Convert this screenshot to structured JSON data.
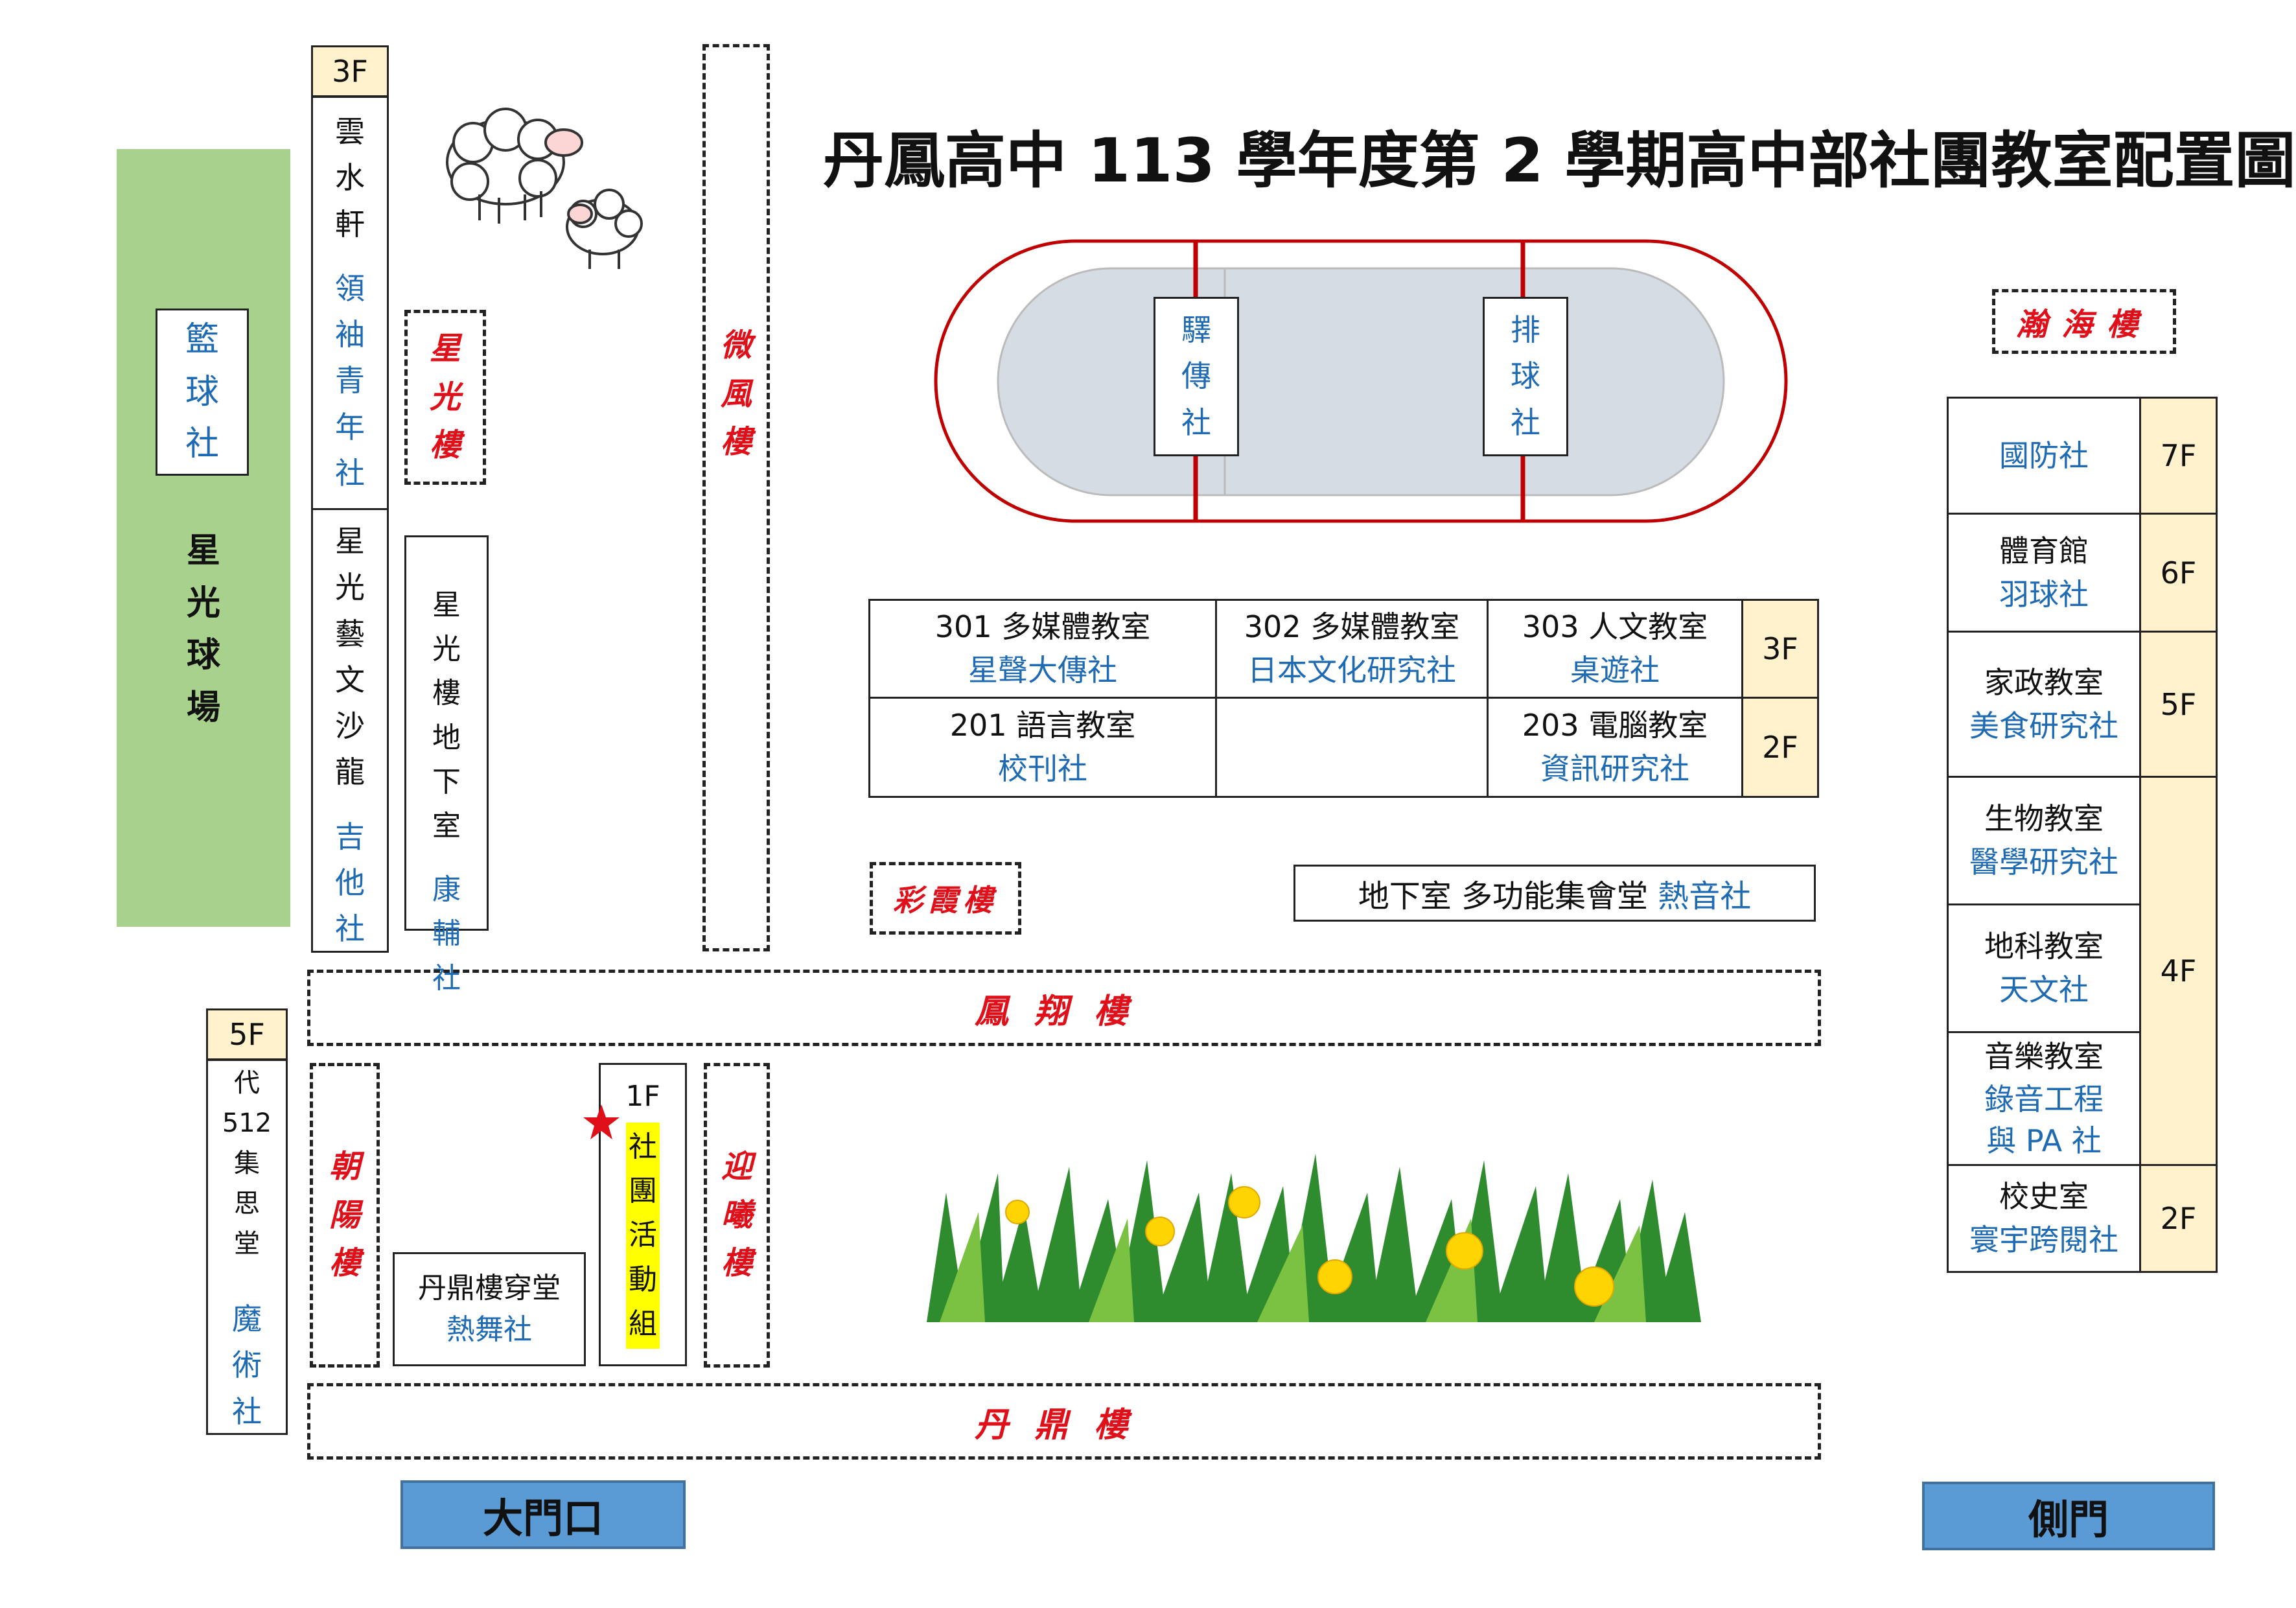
{
  "title": "丹鳳高中 113 學年度第 2 學期高中部社團教室配置圖",
  "colors": {
    "blue_text": "#1f6bb3",
    "red_text": "#e0101a",
    "floor_fill": "#fff2cc",
    "field_green": "#a9d18e",
    "gate_blue": "#5b9bd5",
    "highlight": "#ffff00",
    "track_red": "#c00000"
  },
  "field": {
    "label": "星光球場",
    "club": "籃球社"
  },
  "left_tower": {
    "floor": "3F",
    "upper_room": "雲水軒",
    "upper_club": "領袖青年社",
    "lower_room": "星光藝文沙龍",
    "lower_club": "吉他社"
  },
  "xingguang": {
    "building": "星光樓",
    "basement": "星光樓地下室",
    "basement_club": "康輔社"
  },
  "weifeng": "微風樓",
  "track": {
    "club_1": "驛傳社",
    "club_2": "排球社"
  },
  "rooms_table": {
    "row3": {
      "floor": "3F",
      "cells": [
        {
          "room": "301 多媒體教室",
          "club": "星聲大傳社"
        },
        {
          "room": "302 多媒體教室",
          "club": "日本文化研究社"
        },
        {
          "room": "303 人文教室",
          "club": "桌遊社"
        }
      ]
    },
    "row2": {
      "floor": "2F",
      "cells": [
        {
          "room": "201 語言教室",
          "club": "校刊社"
        },
        {
          "room": "",
          "club": ""
        },
        {
          "room": "203 電腦教室",
          "club": "資訊研究社"
        }
      ]
    }
  },
  "caixia": "彩霞樓",
  "basement_hall": {
    "label": "地下室 多功能集會堂",
    "club": "熱音社"
  },
  "fengxiang": "鳳翔樓",
  "danding": "丹鼎樓",
  "left_bottom": {
    "floor": "5F",
    "room": "代512集思堂",
    "club": "魔術社"
  },
  "zhaoyang": "朝陽樓",
  "yingxi": "迎曦樓",
  "passage": {
    "label": "丹鼎樓穿堂",
    "club": "熱舞社"
  },
  "activity": {
    "floor": "1F",
    "label": "社團活動組"
  },
  "hanhai": {
    "building": "瀚海樓",
    "rows": [
      {
        "room": "",
        "club": "國防社",
        "floor": "7F"
      },
      {
        "room": "體育館",
        "club": "羽球社",
        "floor": "6F"
      },
      {
        "room": "家政教室",
        "club": "美食研究社",
        "floor": "5F"
      },
      {
        "room": "生物教室",
        "club": "醫學研究社",
        "floor": "4F"
      },
      {
        "room": "地科教室",
        "club": "天文社",
        "floor": ""
      },
      {
        "room": "音樂教室",
        "club": "錄音工程與 PA 社",
        "floor": ""
      },
      {
        "room": "校史室",
        "club": "寰宇跨閱社",
        "floor": "2F"
      }
    ]
  },
  "gates": {
    "main": "大門口",
    "side": "側門"
  },
  "icons": {
    "sheep": "sheep-icon",
    "grass": "grass-flowers-icon",
    "star": "star-icon"
  }
}
